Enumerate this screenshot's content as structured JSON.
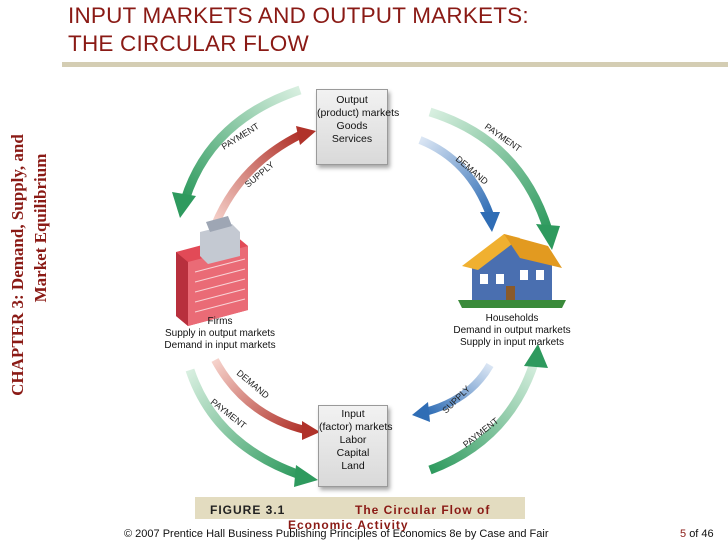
{
  "chapter": {
    "line1": "CHAPTER 3:  Demand, Supply, and",
    "line2": "Market Equilibrium"
  },
  "title": {
    "line1": "INPUT MARKETS AND OUTPUT MARKETS:",
    "line2": "THE CIRCULAR FLOW"
  },
  "diagram": {
    "output_market": {
      "line1": "Output",
      "line2": "(product) markets",
      "line3": "Goods",
      "line4": "Services"
    },
    "input_market": {
      "line1": "Input",
      "line2": "(factor) markets",
      "line3": "Labor",
      "line4": "Capital",
      "line5": "Land"
    },
    "firms": {
      "name": "Firms",
      "line1": "Supply in output markets",
      "line2": "Demand in input markets"
    },
    "households": {
      "name": "Households",
      "line1": "Demand in output markets",
      "line2": "Supply in input markets"
    },
    "arrow_labels": {
      "payment": "PAYMENT",
      "supply": "SUPPLY",
      "demand": "DEMAND"
    },
    "colors": {
      "payment_arrow": "#2e9a5e",
      "flow_arrow_light": "#e8907e",
      "flow_arrow_dark": "#b0322a",
      "blue_arrow": "#2f6db5",
      "building": "#e24a57",
      "house": "#4a6fb0",
      "roof": "#f0b030"
    }
  },
  "figure": {
    "number": "FIGURE 3.1",
    "title_line1": "The Circular Flow of",
    "title_line2": "Economic Activity"
  },
  "footer": {
    "text": "© 2007 Prentice Hall Business Publishing   Principles of Economics 8e by Case and Fair",
    "page_number": "5",
    "page_of": "of 46"
  }
}
